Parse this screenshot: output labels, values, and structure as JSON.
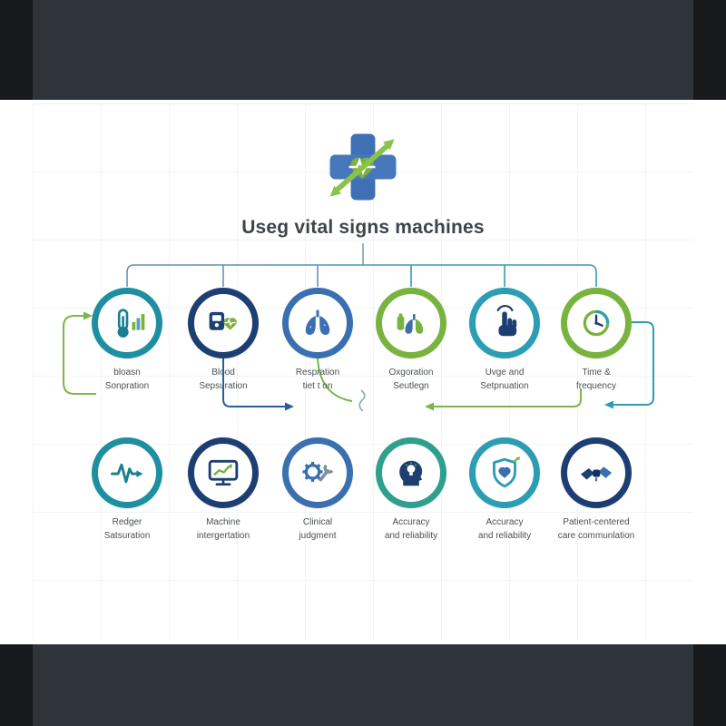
{
  "title": "Useg vital signs machines",
  "palette": {
    "frame_bar": "#2f343a",
    "frame_corner": "#17191c",
    "blue": "#3a6fb0",
    "navy": "#1c3e72",
    "green": "#79b33f",
    "teal": "#1d8fa0",
    "teal_light": "#2d9db4",
    "teal_green": "#2fa08d",
    "connector_blue": "#6d8fb3",
    "connector_green": "#7ab648",
    "connector_teal": "#2d9db4",
    "text": "#4a4f55"
  },
  "center_icon": "medical-cross-heart-ecg-arrows",
  "nodes": {
    "top": [
      {
        "icon": "thermometer",
        "line1": "bloasn",
        "line2": "Sonpration",
        "ring": "#1d8fa0"
      },
      {
        "icon": "blood-pressure-monitor",
        "line1": "Blood",
        "line2": "Sepsuration",
        "ring": "#1c3e72"
      },
      {
        "icon": "lungs",
        "line1": "Respration",
        "line2": "tiet t on",
        "ring": "#3a6fb0"
      },
      {
        "icon": "oxygen-lungs",
        "line1": "Oxgoration",
        "line2": "Seutlegn",
        "ring": "#79b33f"
      },
      {
        "icon": "touch-hand",
        "line1": "Uvge and",
        "line2": "Setpnuation",
        "ring": "#2d9db4"
      },
      {
        "icon": "clock",
        "line1": "Time &",
        "line2": "frequency",
        "ring": "#79b33f"
      }
    ],
    "bottom": [
      {
        "icon": "heartbeat-pulse",
        "line1": "Redger",
        "line2": "Satsuration",
        "ring": "#1d8fa0"
      },
      {
        "icon": "monitor-chart",
        "line1": "Machine",
        "line2": "intergertation",
        "ring": "#1c3e72"
      },
      {
        "icon": "gear-wrench",
        "line1": "Clinical",
        "line2": "judgment",
        "ring": "#3a6fb0"
      },
      {
        "icon": "head-lightbulb",
        "line1": "Accuracy",
        "line2": "and reliability",
        "ring": "#2fa08d"
      },
      {
        "icon": "shield-heart",
        "line1": "Accuracy",
        "line2": "and reliability",
        "ring": "#2d9db4"
      },
      {
        "icon": "handshake",
        "line1": "Patient-centered",
        "line2": "care communlation",
        "ring": "#1c3e72"
      }
    ]
  }
}
